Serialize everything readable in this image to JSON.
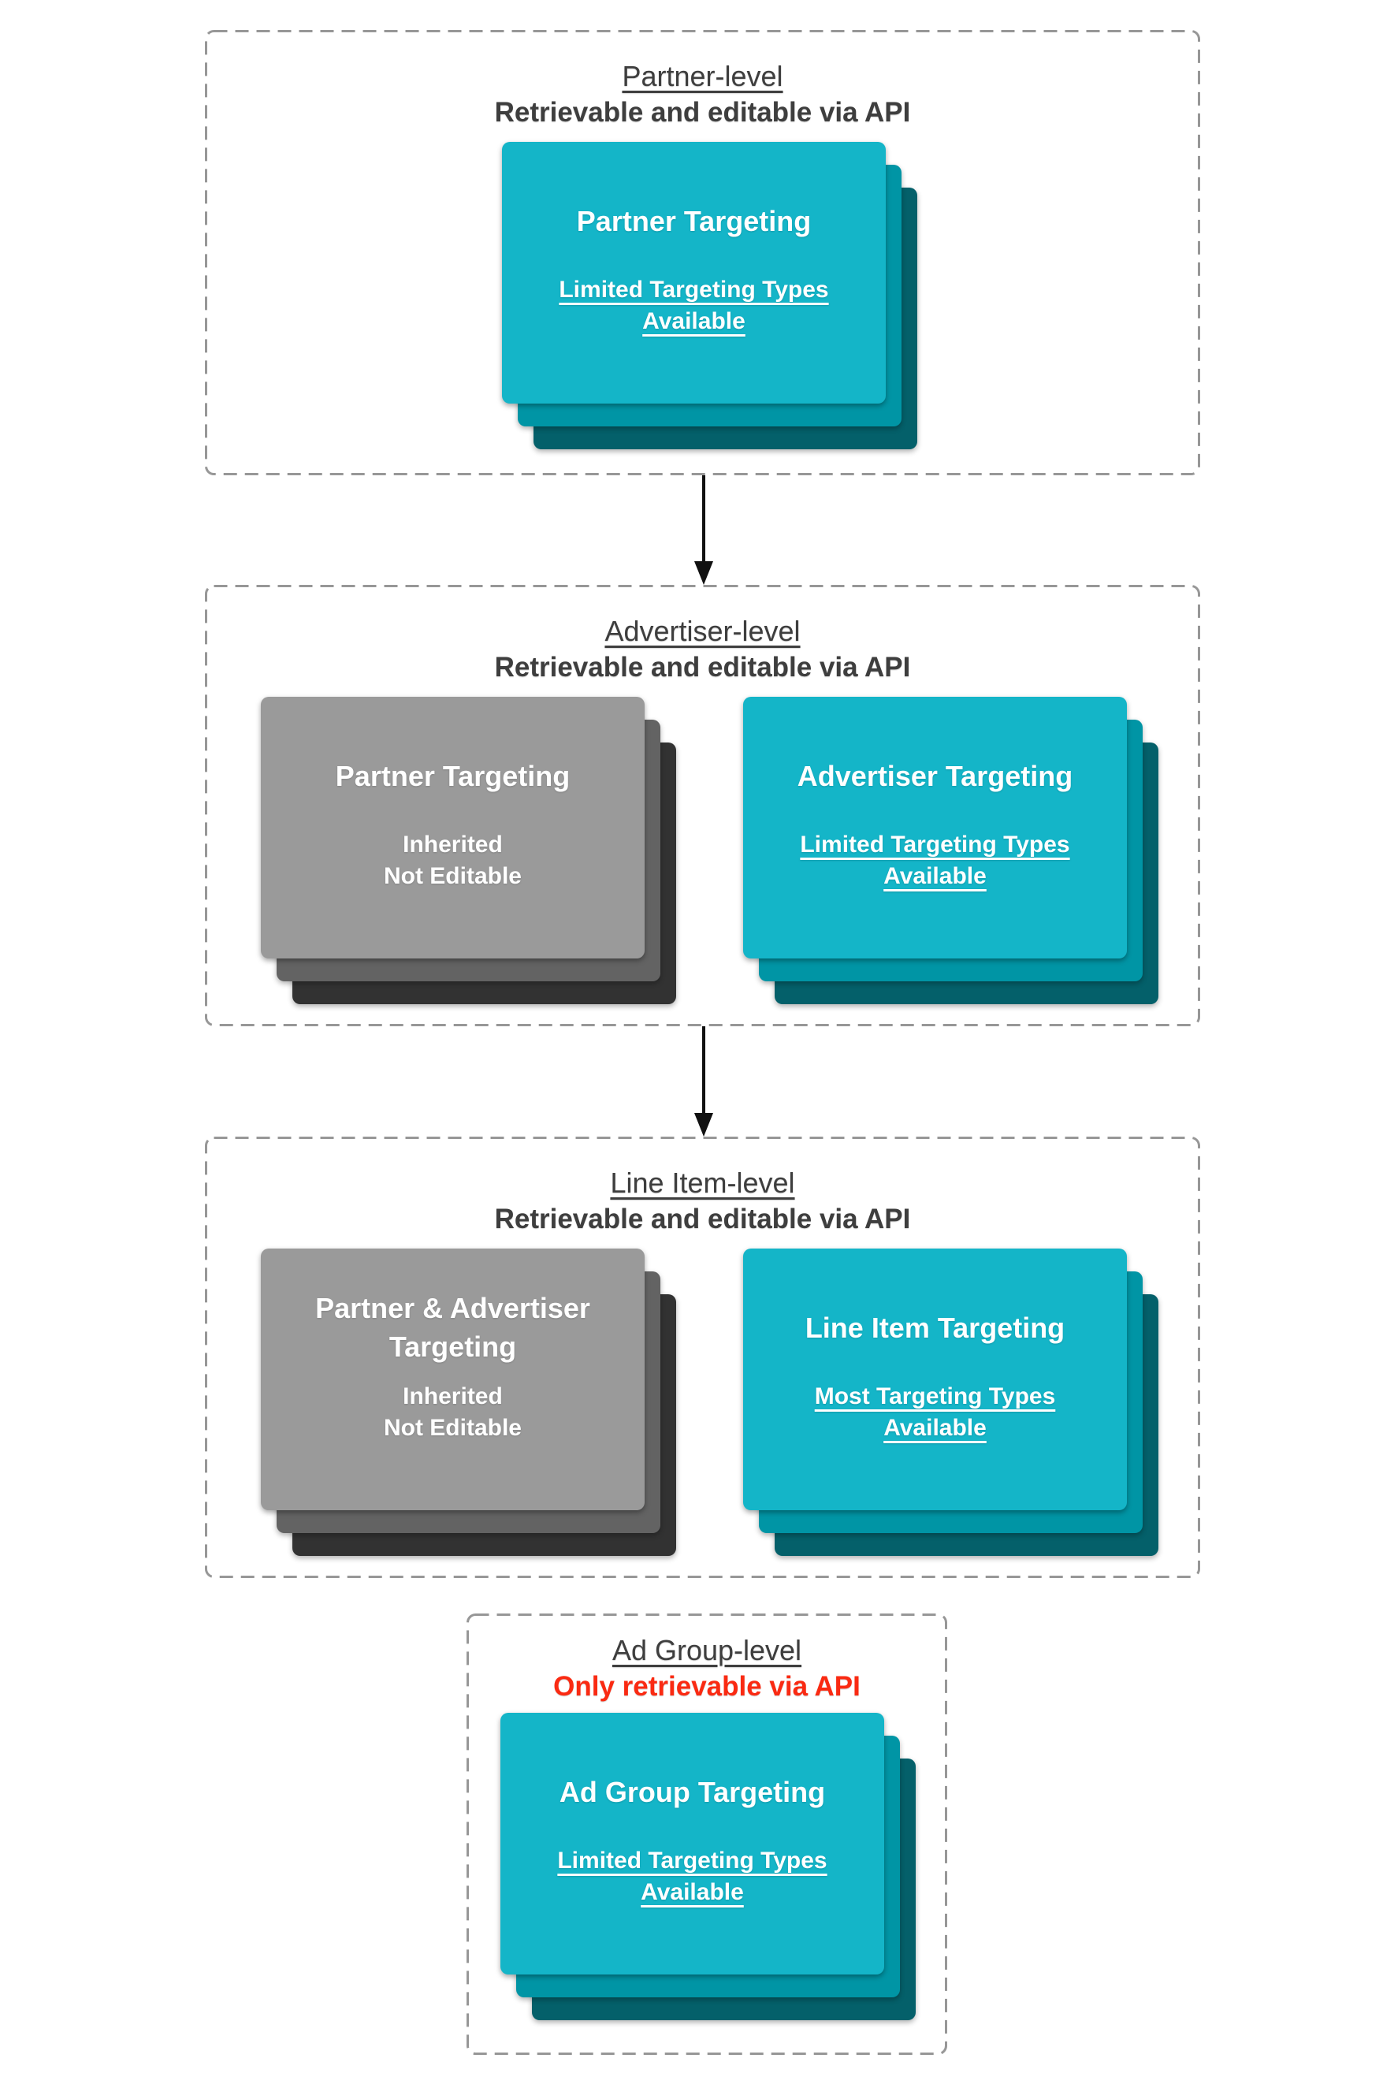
{
  "colors": {
    "header_text": "#3e3e3e",
    "header_red": "#fa2a12",
    "teal_front": "#14b5c8",
    "teal_mid": "#0095a5",
    "teal_back": "#04606a",
    "gray_front": "#9a9a9a",
    "gray_mid": "#636363",
    "gray_back": "#323232",
    "dash_border": "#979797",
    "arrow": "#111111",
    "card_text": "#ffffff"
  },
  "sections": [
    {
      "title": "Partner-level",
      "subtitle": "Retrievable and editable via API",
      "cards": [
        {
          "style": "teal",
          "title": "Partner Targeting",
          "body": [
            "Limited Targeting Types",
            "Available"
          ]
        }
      ]
    },
    {
      "title": "Advertiser-level",
      "subtitle": "Retrievable and editable via API",
      "cards": [
        {
          "style": "gray",
          "title": "Partner Targeting",
          "body": [
            "Inherited",
            "Not Editable"
          ]
        },
        {
          "style": "teal",
          "title": "Advertiser Targeting",
          "body": [
            "Limited Targeting Types",
            "Available"
          ]
        }
      ]
    },
    {
      "title": "Line Item-level",
      "subtitle": "Retrievable and editable via API",
      "cards": [
        {
          "style": "gray",
          "title": "Partner & Advertiser Targeting",
          "body": [
            "Inherited",
            "Not Editable"
          ]
        },
        {
          "style": "teal",
          "title": "Line Item Targeting",
          "body": [
            "Most Targeting Types",
            "Available"
          ]
        }
      ]
    },
    {
      "title": "Ad Group-level",
      "subtitle": "Only retrievable via API",
      "cards": [
        {
          "style": "teal",
          "title": "Ad Group Targeting",
          "body": [
            "Limited Targeting Types",
            "Available"
          ]
        }
      ]
    }
  ]
}
